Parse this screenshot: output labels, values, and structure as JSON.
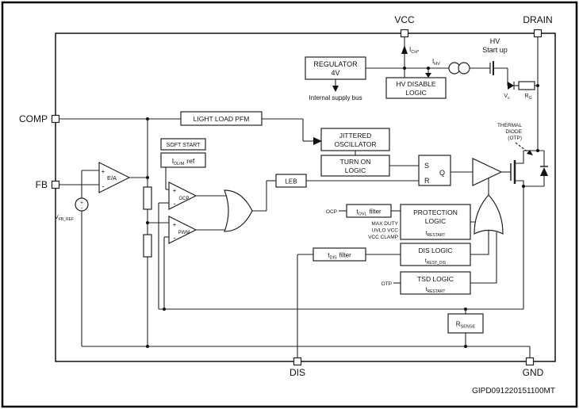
{
  "pins": {
    "vcc": "VCC",
    "drain": "DRAIN",
    "comp": "COMP",
    "fb": "FB",
    "dis": "DIS",
    "gnd": "GND"
  },
  "footer": {
    "code": "GIPD091220151100MT"
  },
  "regulator": {
    "line1": "REGULATOR",
    "line2": "4V",
    "bus": "Internal supply bus"
  },
  "hv_disable": {
    "line1": "HV DISABLE",
    "line2": "LOGIC"
  },
  "startup": {
    "hv": "HV",
    "startup": "Start up",
    "ich_main": "I",
    "ich_sub": "CH*",
    "ihv_main": "I",
    "ihv_sub": "HV",
    "vc_main": "V",
    "vc_sub": "c",
    "rg_main": "R",
    "rg_sub": "G"
  },
  "pfm": {
    "label": "LIGHT LOAD PFM"
  },
  "oscillator": {
    "line1": "JITTERED",
    "line2": "OSCILLATOR"
  },
  "soft_start": {
    "label": "SOFT START"
  },
  "idlim": {
    "main": "I",
    "sub": "DLIM",
    "suffix": "ref"
  },
  "turn_on": {
    "line1": "TURN ON",
    "line2": "LOGIC"
  },
  "latch": {
    "s": "S",
    "r": "R",
    "q": "Q"
  },
  "ea": {
    "label": "E/A",
    "plus": "+",
    "minus": "-"
  },
  "vfbref": {
    "main": "V",
    "sub": "FB_REF",
    "plus": "+",
    "minus": "-"
  },
  "ocp": {
    "label": "OCP",
    "plus": "+",
    "minus": "-"
  },
  "pwm": {
    "label": "PWM",
    "plus": "+",
    "minus": "-"
  },
  "leb": {
    "label": "LEB"
  },
  "tovl": {
    "main": "t",
    "sub": "OVL",
    "suffix": "filter",
    "input": "OCP"
  },
  "protection": {
    "line1": "PROTECTION",
    "line2": "LOGIC",
    "t_main": "t",
    "t_sub": "RESTART",
    "in1": "MAX DUTY",
    "in2": "UVLO VCC",
    "in3": "VCC CLAMP"
  },
  "dis_logic": {
    "line1": "DIS LOGIC",
    "t_main": "t",
    "t_sub": "REST_DIS"
  },
  "tdis": {
    "main": "t",
    "sub": "DIS",
    "suffix": "filter"
  },
  "tsd": {
    "line1": "TSD LOGIC",
    "t_main": "t",
    "t_sub": "RESTART",
    "input": "OTP"
  },
  "rsense": {
    "main": "R",
    "sub": "SENSE"
  },
  "thermal": {
    "line1": "THERMAL",
    "line2": "DIODE",
    "line3": "(OTP)"
  }
}
